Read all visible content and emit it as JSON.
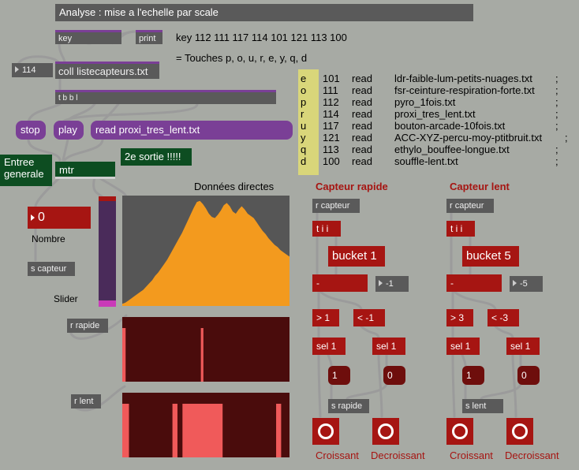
{
  "title": "Analyse : mise a l'echelle par scale",
  "objects": {
    "key": "key",
    "print": "print",
    "num114": "114",
    "coll": "coll listecapteurs.txt",
    "tbbl": "t b b l",
    "stop": "stop",
    "play": "play",
    "read": "read proxi_tres_lent.txt",
    "mtr": "mtr",
    "entree": "Entree generale",
    "sortie2": "2e sortie !!!!!",
    "numbox": "0",
    "scapteur": "s capteur",
    "rrapide": "r rapide",
    "rlent": "r lent"
  },
  "comments": {
    "keylist": "key 112 111 117 114 101 121 113 100",
    "touches": "= Touches p, o, u, r, e, y, q, d",
    "donnees": "Données directes",
    "nombre": "Nombre",
    "slider": "Slider"
  },
  "letters": [
    "e",
    "o",
    "p",
    "r",
    "u",
    "y",
    "q",
    "d"
  ],
  "coll_entries": [
    {
      "n": "101",
      "cmd": "read",
      "file": "ldr-faible-lum-petits-nuages.txt",
      "end": ";"
    },
    {
      "n": "111",
      "cmd": "read",
      "file": "fsr-ceinture-respiration-forte.txt",
      "end": ";"
    },
    {
      "n": "112",
      "cmd": "read",
      "file": "pyro_1fois.txt",
      "end": ";"
    },
    {
      "n": "114",
      "cmd": "read",
      "file": "proxi_tres_lent.txt",
      "end": ";"
    },
    {
      "n": "117",
      "cmd": "read",
      "file": "bouton-arcade-10fois.txt",
      "end": ";"
    },
    {
      "n": "121",
      "cmd": "read",
      "file": "ACC-XYZ-percu-moy-ptitbruit.txt",
      "end": ";"
    },
    {
      "n": "113",
      "cmd": "read",
      "file": "ethylo_bouffee-longue.txt",
      "end": ";"
    },
    {
      "n": "100",
      "cmd": "read",
      "file": "souffle-lent.txt",
      "end": ";"
    }
  ],
  "rapide": {
    "heading": "Capteur rapide",
    "rcapteur": "r capteur",
    "tii": "t i i",
    "bucket": "bucket 1",
    "minus": "-",
    "neg": "-1",
    "gt": "> 1",
    "lt": "< -1",
    "sel1a": "sel 1",
    "sel1b": "sel 1",
    "msg1": "1",
    "msg0": "0",
    "send": "s rapide",
    "croissant": "Croissant",
    "decroissant": "Decroissant"
  },
  "lent": {
    "heading": "Capteur lent",
    "rcapteur": "r capteur",
    "tii": "t i i",
    "bucket": "bucket 5",
    "minus": "-",
    "neg": "-5",
    "gt": "> 3",
    "lt": "< -3",
    "sel1a": "sel 1",
    "sel1b": "sel 1",
    "msg1": "1",
    "msg0": "0",
    "send": "s lent",
    "croissant": "Croissant",
    "decroissant": "Decroissant"
  },
  "colors": {
    "background": "#a7aaa4",
    "object_red": "#a61512",
    "plot_orange": "#f39a1e",
    "plot_bg": "#565656",
    "timeline_bg": "#4a0c0c",
    "timeline_mark": "#f05a5a",
    "purple": "#7a3f96",
    "green": "#0d4d21"
  },
  "chart_data": [
    {
      "type": "area",
      "title": "Données directes",
      "xlabel": "",
      "ylabel": "",
      "ylim": [
        0,
        1
      ],
      "y": [
        0.02,
        0.03,
        0.05,
        0.07,
        0.09,
        0.11,
        0.13,
        0.15,
        0.18,
        0.21,
        0.24,
        0.28,
        0.31,
        0.35,
        0.39,
        0.43,
        0.48,
        0.53,
        0.58,
        0.63,
        0.68,
        0.74,
        0.8,
        0.86,
        0.92,
        0.97,
        0.98,
        0.95,
        0.91,
        0.86,
        0.83,
        0.82,
        0.85,
        0.89,
        0.94,
        0.96,
        0.93,
        0.88,
        0.86,
        0.9,
        0.93,
        0.9,
        0.86,
        0.84,
        0.82,
        0.78,
        0.74,
        0.7,
        0.67,
        0.63,
        0.6,
        0.57,
        0.55,
        0.52,
        0.5,
        0.48,
        0.46
      ]
    },
    {
      "type": "bar",
      "title": "",
      "xlabel": "",
      "ylabel": "",
      "ylim": [
        0,
        1
      ],
      "segments_rapide": [
        [
          0.0,
          0.02
        ],
        [
          0.47,
          0.485
        ]
      ],
      "segments_lent": [
        [
          0.0,
          0.04
        ],
        [
          0.3,
          0.33
        ],
        [
          0.36,
          0.6
        ],
        [
          0.92,
          0.95
        ]
      ]
    }
  ]
}
